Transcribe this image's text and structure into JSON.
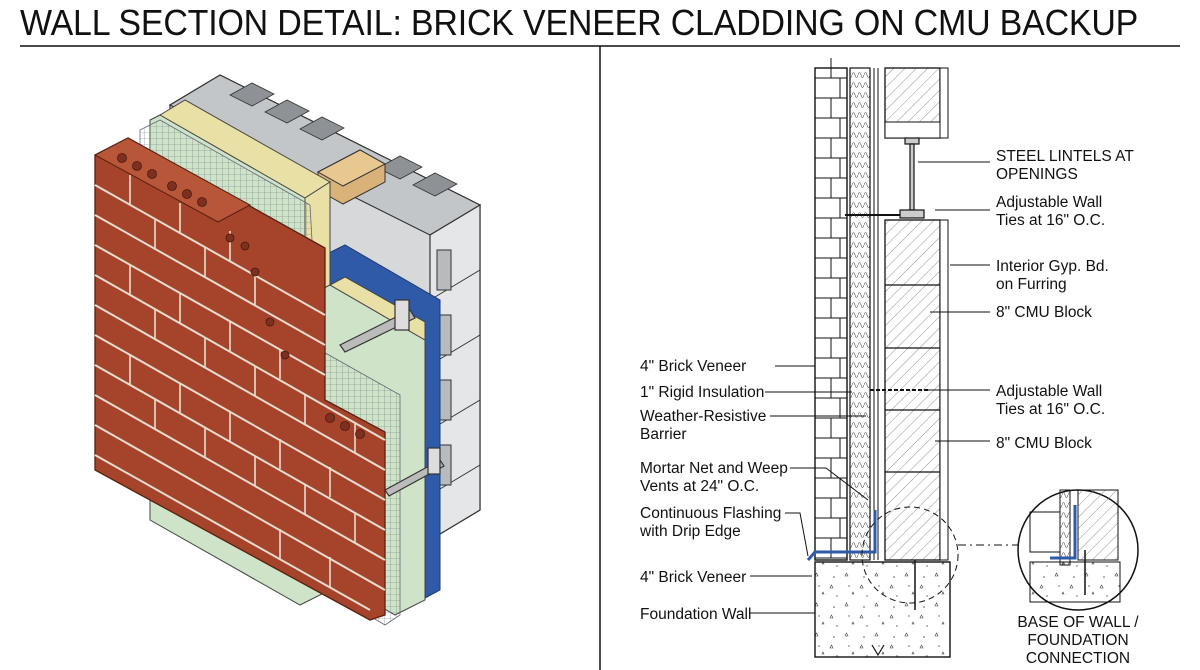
{
  "title": "WALL SECTION DETAIL: BRICK VENEER CLADDING ON CMU BACKUP",
  "section_labels": {
    "left": {
      "brick_veneer_top": "4\" Brick Veneer",
      "rigid_insulation": "1\" Rigid Insulation",
      "wrb_1": "Weather-Resistive",
      "wrb_2": "Barrier",
      "mortar_net_1": "Mortar Net and Weep",
      "mortar_net_2": "Vents at 24\" O.C.",
      "flashing_1": "Continuous Flashing",
      "flashing_2": "with Drip Edge",
      "brick_veneer_bottom": "4\" Brick Veneer",
      "foundation_wall": "Foundation Wall"
    },
    "right": {
      "steel_lintels_1": "STEEL LINTELS AT",
      "steel_lintels_2": "OPENINGS",
      "wall_ties_top_1": "Adjustable Wall",
      "wall_ties_top_2": "Ties at 16\" O.C.",
      "gyp_bd_1": "Interior Gyp. Bd.",
      "gyp_bd_2": "on Furring",
      "cmu_top": "8\" CMU Block",
      "wall_ties_mid_1": "Adjustable Wall",
      "wall_ties_mid_2": "Ties at 16\" O.C.",
      "cmu_mid": "8\" CMU Block"
    },
    "detail_1": "BASE OF WALL /",
    "detail_2": "FOUNDATION",
    "detail_3": "CONNECTION"
  },
  "colors": {
    "brick": "#a5442b",
    "brick_dark": "#7e3020",
    "mortar": "#d9cfc4",
    "cmu": "#d6d8da",
    "cmu_dark": "#a9adb1",
    "insulation": "#cfe3c8",
    "insulation_yellow": "#e9e0a6",
    "wrb": "#2e5aa8",
    "mesh": "#7a8a8c",
    "wood_block": "#d9b27a",
    "line": "#111111"
  }
}
